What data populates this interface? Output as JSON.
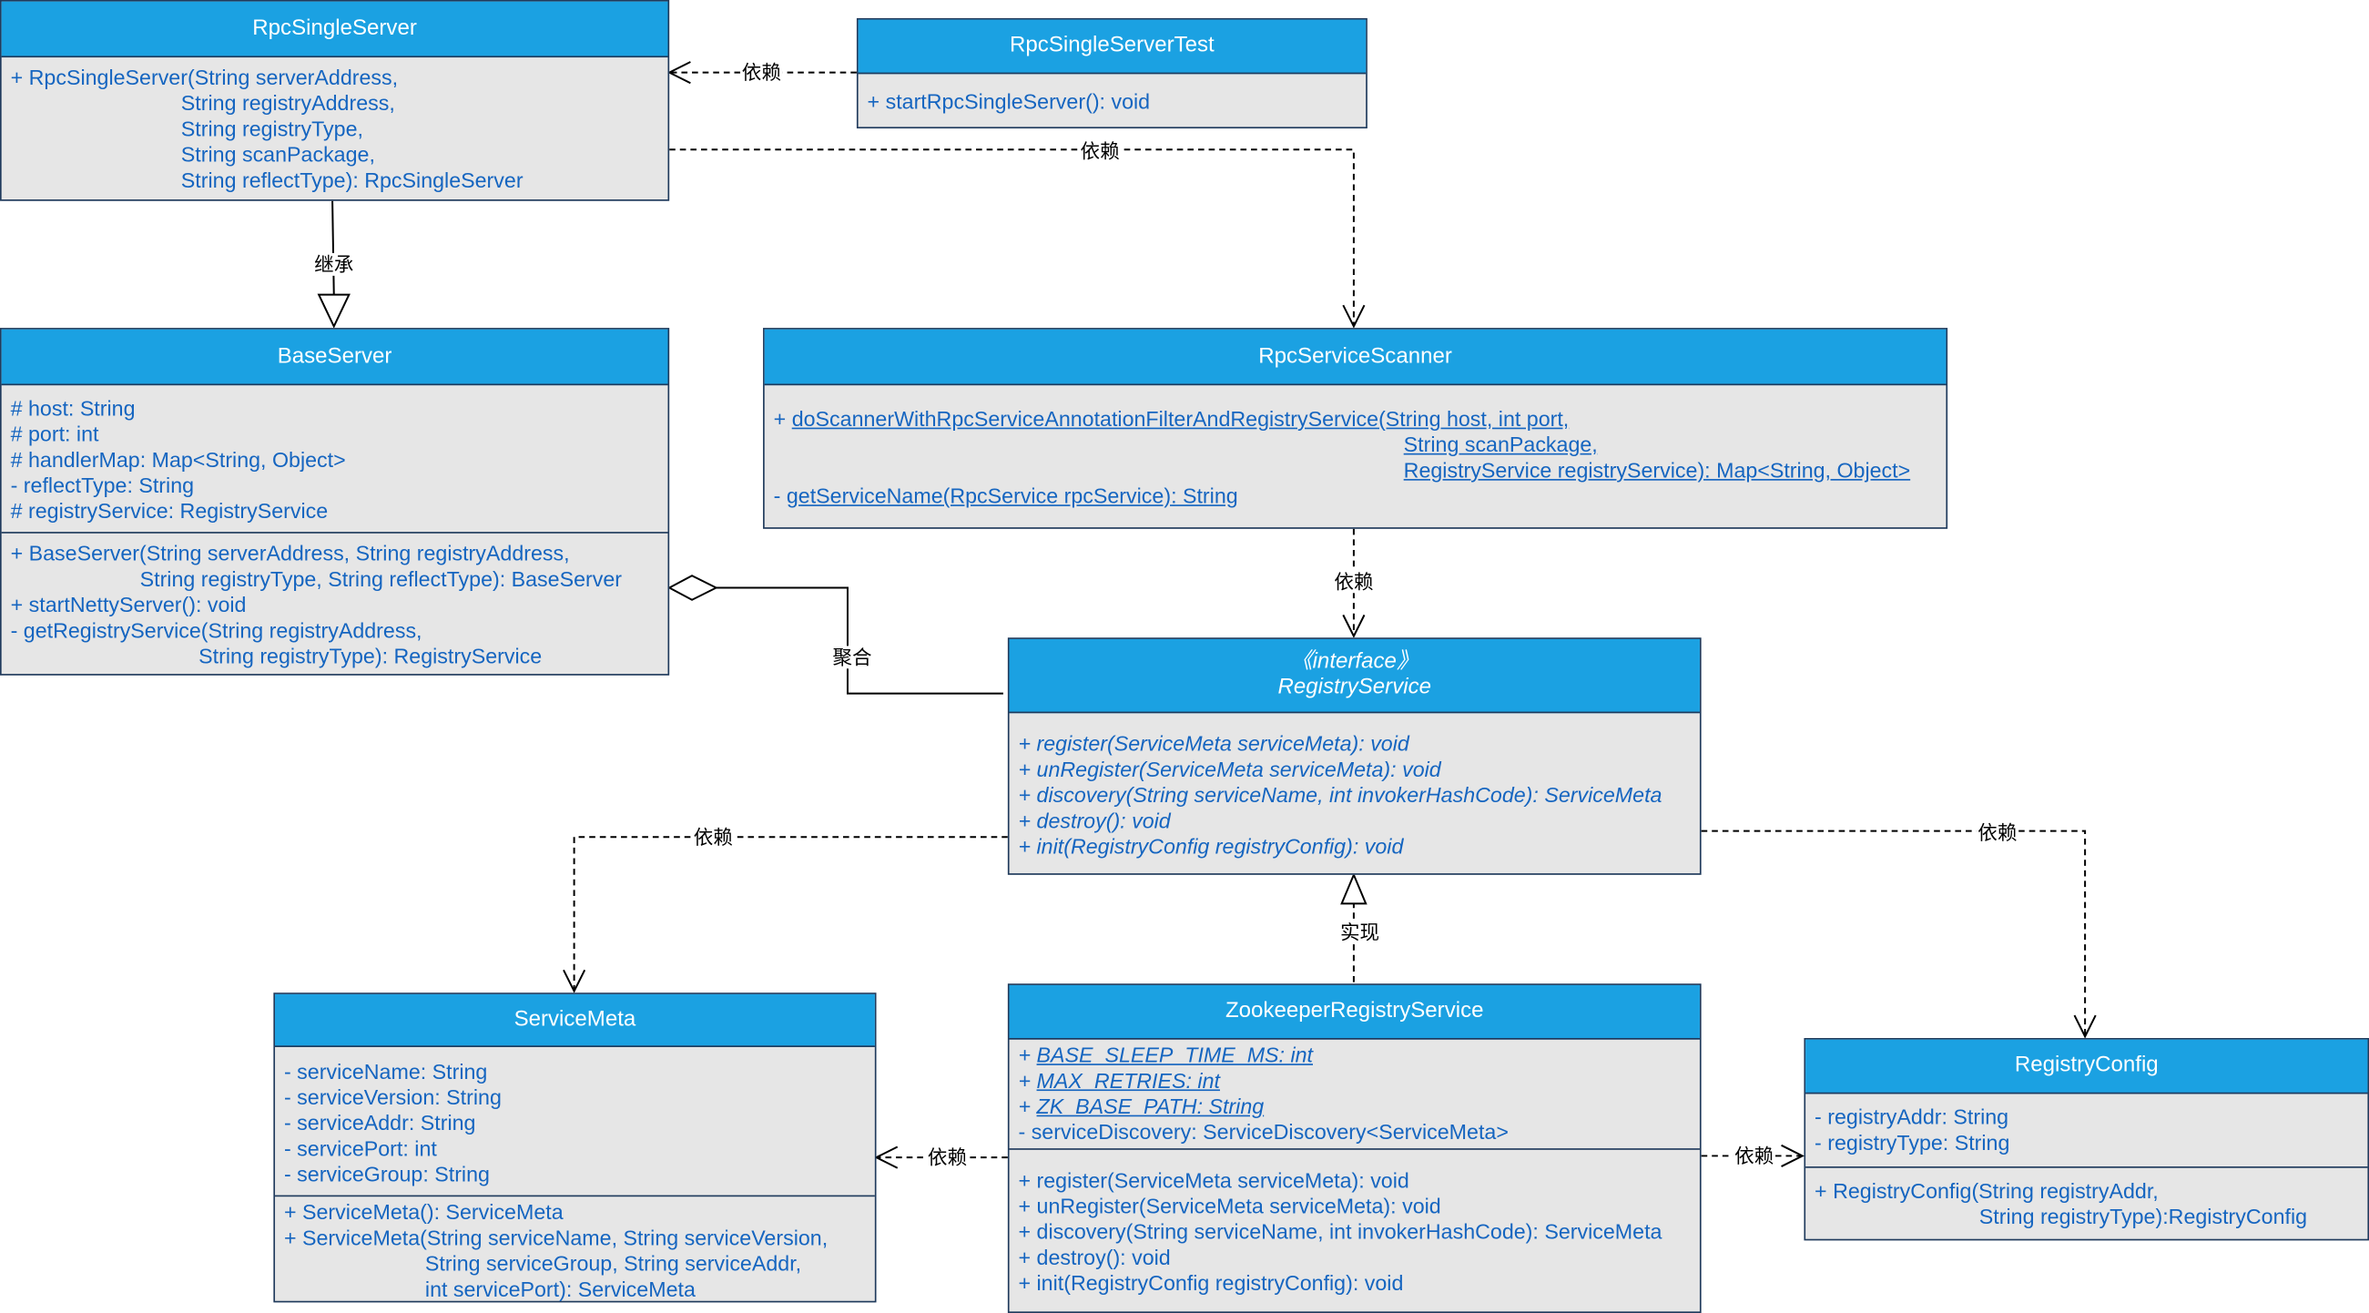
{
  "classes": {
    "rpc_single_server": {
      "name": "RpcSingleServer",
      "methods": [
        "+ RpcSingleServer(String serverAddress,",
        "                             String registryAddress,",
        "                             String registryType,",
        "                             String scanPackage,",
        "                             String reflectType): RpcSingleServer"
      ]
    },
    "rpc_single_server_test": {
      "name": "RpcSingleServerTest",
      "methods": [
        "+ startRpcSingleServer(): void"
      ]
    },
    "base_server": {
      "name": "BaseServer",
      "attributes": [
        "# host: String",
        "# port: int",
        "# handlerMap: Map<String, Object>",
        "- reflectType: String",
        "# registryService: RegistryService"
      ],
      "methods": [
        "+ BaseServer(String serverAddress, String registryAddress,",
        "                      String registryType, String reflectType): BaseServer",
        "+ startNettyServer(): void",
        "- getRegistryService(String registryAddress,",
        "                                String registryType): RegistryService"
      ]
    },
    "rpc_service_scanner": {
      "name": "RpcServiceScanner",
      "methods": [
        {
          "prefix": "+ ",
          "text": "doScannerWithRpcServiceAnnotationFilterAndRegistryService(String host, int port,"
        },
        {
          "prefix": "",
          "text": "String scanPackage,"
        },
        {
          "prefix": "",
          "text": "RegistryService registryService): Map<String, Object>"
        },
        {
          "prefix": "- ",
          "text": "getServiceName(RpcService rpcService): String"
        }
      ]
    },
    "registry_service": {
      "stereotype": "《interface》",
      "name": "RegistryService",
      "methods": [
        "+ register(ServiceMeta serviceMeta): void",
        "+ unRegister(ServiceMeta serviceMeta): void",
        "+ discovery(String serviceName, int invokerHashCode): ServiceMeta",
        "+ destroy(): void",
        "+ init(RegistryConfig registryConfig): void"
      ]
    },
    "service_meta": {
      "name": "ServiceMeta",
      "attributes": [
        "- serviceName: String",
        "- serviceVersion: String",
        "- serviceAddr: String",
        "- servicePort: int",
        "- serviceGroup: String"
      ],
      "methods": [
        "+ ServiceMeta(): ServiceMeta",
        "+ ServiceMeta(String serviceName, String serviceVersion,",
        "                        String serviceGroup, String serviceAddr,",
        "                        int servicePort): ServiceMeta"
      ]
    },
    "zookeeper_registry_service": {
      "name": "ZookeeperRegistryService",
      "static_attributes": [
        {
          "prefix": "+ ",
          "text": "BASE_SLEEP_TIME_MS: int"
        },
        {
          "prefix": "+ ",
          "text": "MAX_RETRIES: int"
        },
        {
          "prefix": "+ ",
          "text": "ZK_BASE_PATH: String"
        }
      ],
      "attributes": [
        "- serviceDiscovery: ServiceDiscovery<ServiceMeta>"
      ],
      "methods": [
        "+ register(ServiceMeta serviceMeta): void",
        "+ unRegister(ServiceMeta serviceMeta): void",
        "+ discovery(String serviceName, int invokerHashCode): ServiceMeta",
        "+ destroy(): void",
        "+ init(RegistryConfig registryConfig): void"
      ]
    },
    "registry_config": {
      "name": "RegistryConfig",
      "attributes": [
        "- registryAddr: String",
        "- registryType: String"
      ],
      "methods": [
        "+ RegistryConfig(String registryAddr,",
        "                            String registryType):RegistryConfig"
      ]
    }
  },
  "relations": {
    "test_to_single_server": "依赖",
    "single_server_to_scanner": "依赖",
    "single_server_inherits_base": "继承",
    "base_aggregates_registry": "聚合",
    "scanner_to_registry": "依赖",
    "registry_to_service_meta": "依赖",
    "registry_to_registry_config": "依赖",
    "zookeeper_implements_registry": "实现",
    "zookeeper_to_service_meta": "依赖",
    "zookeeper_to_registry_config": "依赖"
  },
  "colors": {
    "header_fill": "#1ba1e2",
    "body_fill": "#e6e6e6",
    "border": "#1f3a5c",
    "member_text": "#1565c0"
  }
}
